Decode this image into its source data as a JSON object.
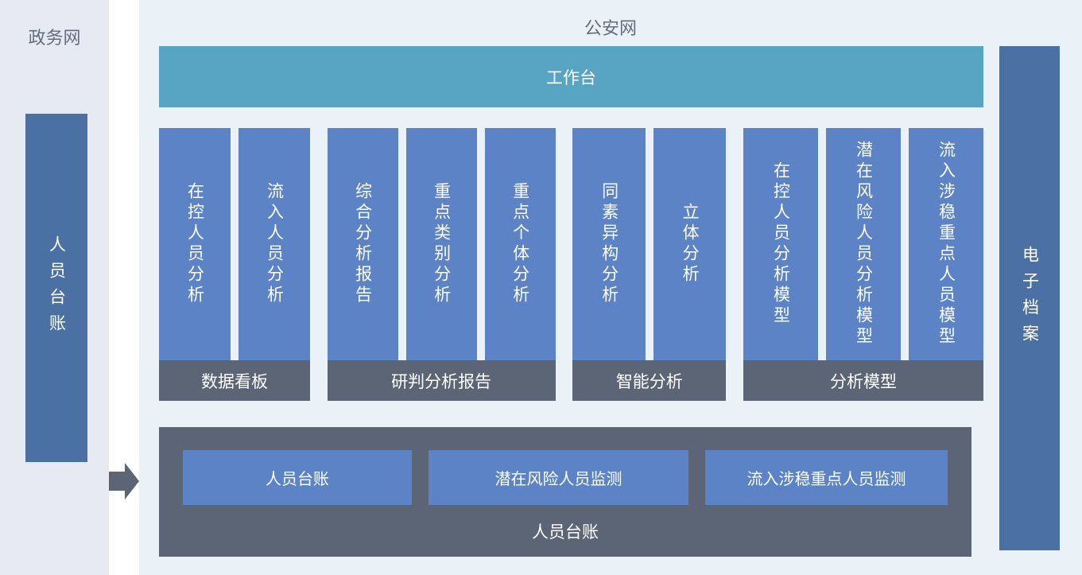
{
  "left_panel": {
    "title": "政务网",
    "bar_label": "人员台账"
  },
  "icons": {
    "flow_arrow": "right-arrow"
  },
  "main_panel": {
    "title": "公安网",
    "workbench_label": "工作台",
    "groups": [
      {
        "label": "数据看板",
        "bars": [
          "在控人员分析",
          "流入人员分析"
        ]
      },
      {
        "label": "研判分析报告",
        "bars": [
          "综合分析报告",
          "重点类别分析",
          "重点个体分析"
        ]
      },
      {
        "label": "智能分析",
        "bars": [
          "同素异构分析",
          "立体分析"
        ]
      },
      {
        "label": "分析模型",
        "bars": [
          "在控人员分析模型",
          "潜在风险人员分析模型",
          "流入涉稳重点人员模型"
        ]
      }
    ],
    "bottom_box": {
      "buttons": [
        "人员台账",
        "潜在风险人员监测",
        "流入涉稳重点人员监测"
      ],
      "label": "人员台账"
    },
    "right_bar_label": "电子档案"
  },
  "colors": {
    "panel_left_bg": "#e7eaf3",
    "panel_main_bg": "#eaf2f7",
    "teal": "#57a5c3",
    "blue": "#5b83c5",
    "dark_blue": "#4b70a3",
    "slate": "#5b6575",
    "title_text": "#636e7e",
    "bar_text": "#ffffff"
  }
}
